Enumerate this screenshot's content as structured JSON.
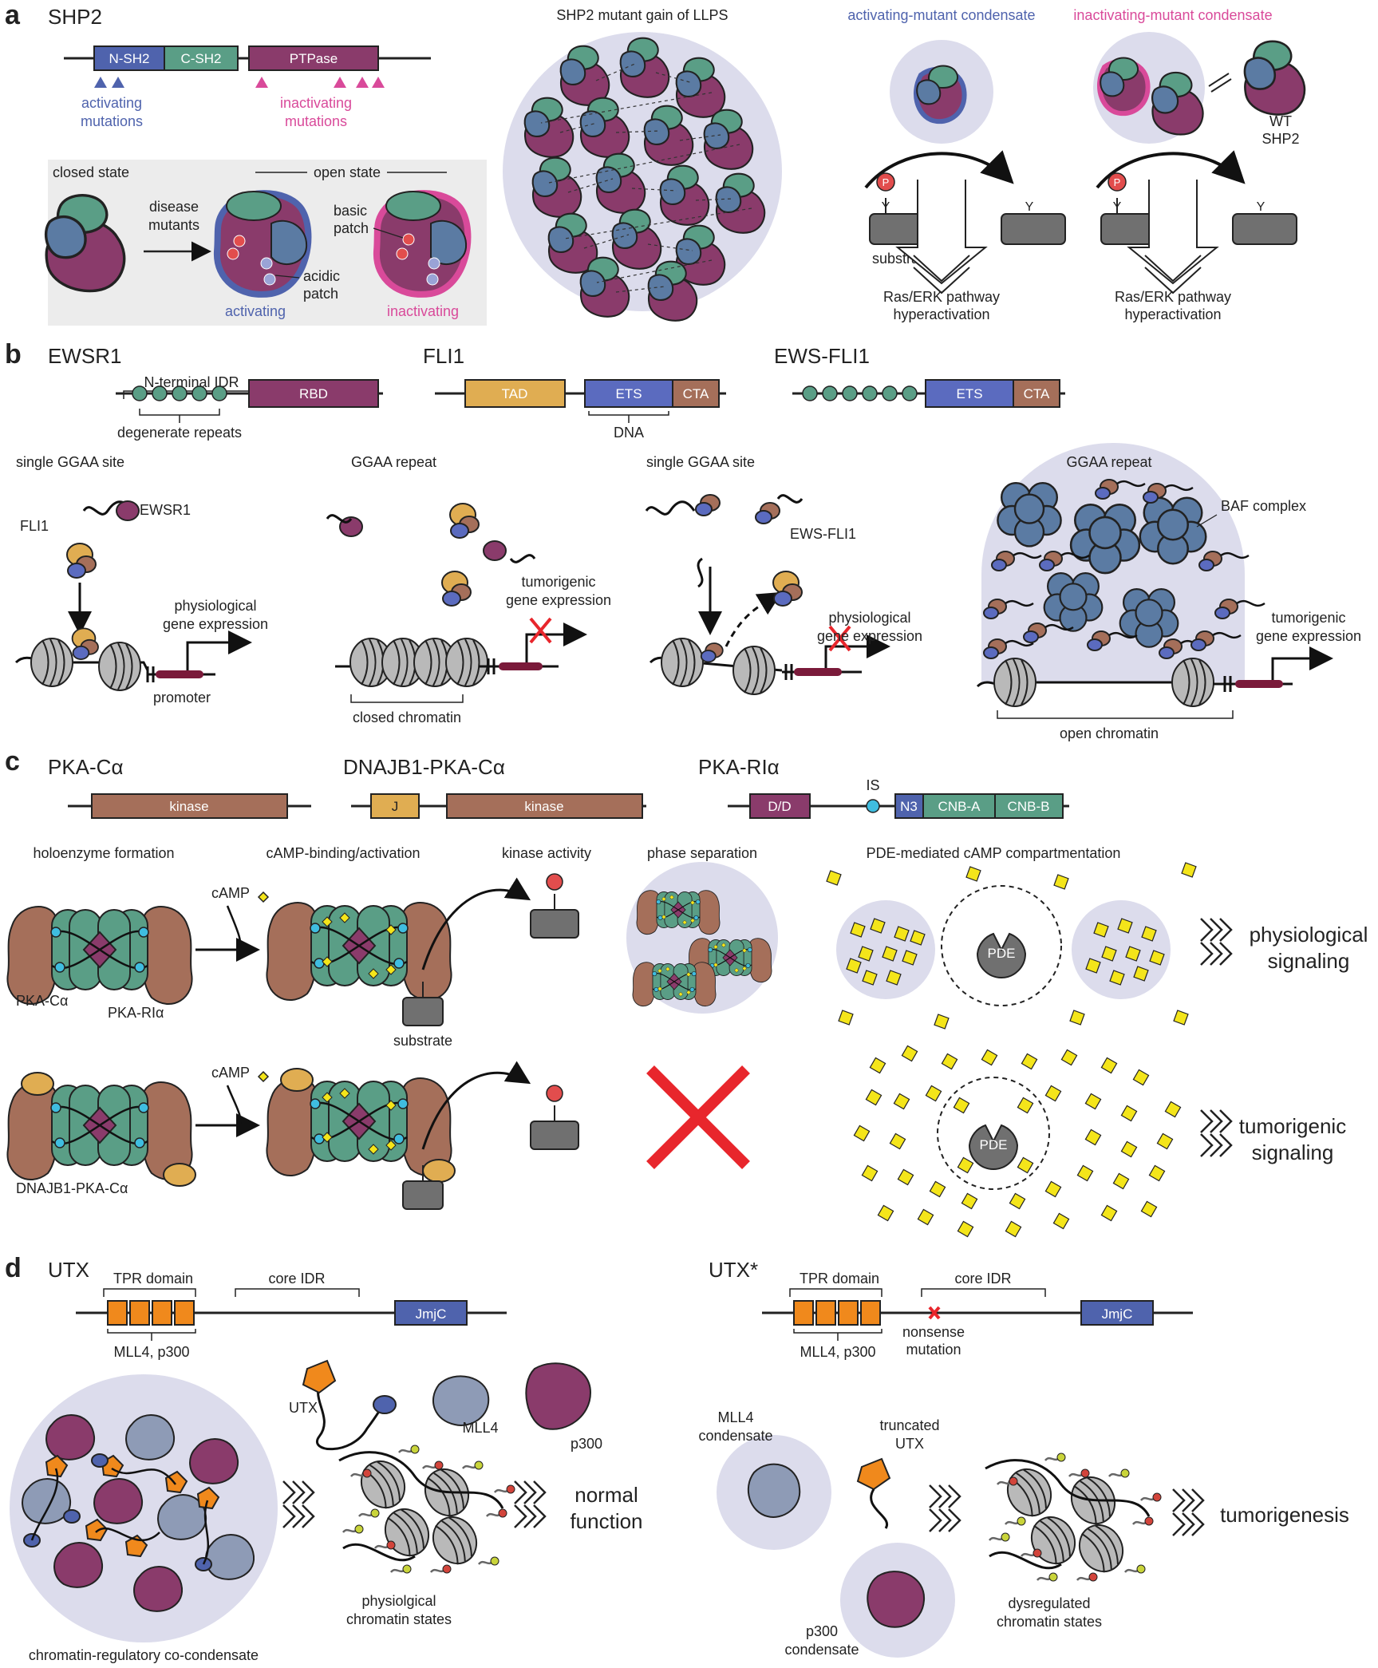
{
  "panel_a": {
    "letter": "a",
    "title": "SHP2",
    "domains": {
      "nsh2": "N-SH2",
      "csh2": "C-SH2",
      "ptpase": "PTPase"
    },
    "activating_mut": [
      "activating",
      "mutations"
    ],
    "inactivating_mut": [
      "inactivating",
      "mutations"
    ],
    "closed_state": "closed state",
    "open_state": "open state",
    "disease_mutants": [
      "disease",
      "mutants"
    ],
    "basic_patch": [
      "basic",
      "patch"
    ],
    "acidic_patch": [
      "acidic",
      "patch"
    ],
    "activating": "activating",
    "inactivating": "inactivating",
    "llps_title": "SHP2 mutant gain of LLPS",
    "act_condensate": "activating-mutant condensate",
    "inact_condensate": "inactivating-mutant condensate",
    "wt_shp2": [
      "WT",
      "SHP2"
    ],
    "substrate": "substrate",
    "y": "Y",
    "p": "P",
    "ras_erk": [
      "Ras/ERK pathway",
      "hyperactivation"
    ],
    "colors": {
      "activating": "#4f63ad",
      "inactivating": "#d94a9a",
      "maroon": "#8a3b6b",
      "green": "#5a9e86",
      "bluegrey": "#5b7ba3"
    }
  },
  "panel_b": {
    "letter": "b",
    "ewsr1": "EWSR1",
    "fli1": "FLI1",
    "ews_fli1": "EWS-FLI1",
    "nterm_idr": "N-terminal IDR",
    "rbd": "RBD",
    "degenerate": "degenerate repeats",
    "tad": "TAD",
    "ets": "ETS",
    "cta": "CTA",
    "dna": "DNA",
    "single_ggaa": "single GGAA site",
    "ggaa_repeat": "GGAA repeat",
    "fli1_lbl": "FLI1",
    "ewsr1_lbl": "EWSR1",
    "ews_fli1_lbl": "EWS-FLI1",
    "baf": "BAF complex",
    "physio_expr": [
      "physiological",
      "gene expression"
    ],
    "tumor_expr": [
      "tumorigenic",
      "gene expression"
    ],
    "promoter": "promoter",
    "closed_chromatin": "closed chromatin",
    "open_chromatin": "open chromatin"
  },
  "panel_c": {
    "letter": "c",
    "pka_ca": "PKA-Cα",
    "dnajb1": "DNAJB1-PKA-Cα",
    "pka_ria": "PKA-RIα",
    "kinase": "kinase",
    "j": "J",
    "dd": "D/D",
    "is": "IS",
    "n3": "N3",
    "cnba": "CNB-A",
    "cnbb": "CNB-B",
    "holoenzyme": "holoenzyme formation",
    "camp_binding": "cAMP-binding/activation",
    "kinase_activity": "kinase activity",
    "phase_sep": "phase separation",
    "pde_comp": "PDE-mediated cAMP compartmentation",
    "camp": "cAMP",
    "substrate": "substrate",
    "pka_ca_lbl": "PKA-Cα",
    "pka_ria_lbl": "PKA-RIα",
    "dnajb1_lbl": "DNAJB1-PKA-Cα",
    "pde": "PDE",
    "physio_sig": [
      "physiological",
      "signaling"
    ],
    "tumor_sig": [
      "tumorigenic",
      "signaling"
    ]
  },
  "panel_d": {
    "letter": "d",
    "utx": "UTX",
    "utx_star": "UTX*",
    "tpr": "TPR domain",
    "core_idr": "core IDR",
    "jmjc": "JmjC",
    "mll4_p300": "MLL4, p300",
    "nonsense": [
      "nonsense",
      "mutation"
    ],
    "utx_lbl": "UTX",
    "mll4_lbl": "MLL4",
    "p300_lbl": "p300",
    "co_condensate": "chromatin-regulatory co-condensate",
    "physio_chrom": [
      "physiolgical",
      "chromatin states"
    ],
    "normal": [
      "normal",
      "function"
    ],
    "mll4_cond": [
      "MLL4",
      "condensate"
    ],
    "trunc_utx": [
      "truncated",
      "UTX"
    ],
    "p300_cond": [
      "p300",
      "condensate"
    ],
    "dysreg": [
      "dysregulated",
      "chromatin states"
    ],
    "tumorigenesis": "tumorigenesis"
  }
}
